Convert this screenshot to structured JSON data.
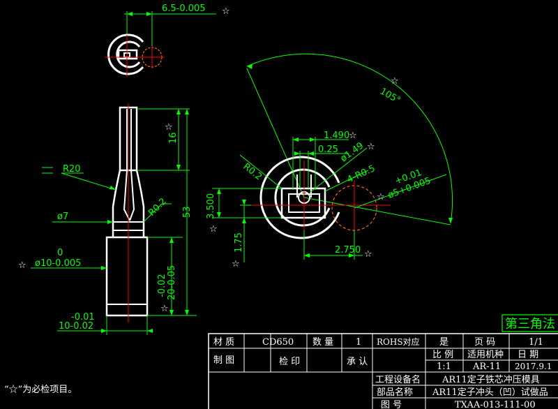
{
  "dimensions": {
    "top_width": "6.5-0.005",
    "angle": "105°",
    "d1490": "1.490",
    "d025": "0.25",
    "phi149": "ø1.49",
    "r02_right": "R0.2",
    "r05": "4-R0.5",
    "tol_plus": "+0.01",
    "phi5": "ø5+0.005",
    "d3500": "3.500",
    "d175": "1.75",
    "d2750": "2.750",
    "r20": "R20",
    "phi7": "ø7",
    "r02_left": "R0.2",
    "d16": "16",
    "d53": "53",
    "tol_zero": "0",
    "phi10": "ø10-0.005",
    "tol_002": "-0.02",
    "d20": "20-0.05",
    "tol_001": "-0.01",
    "d10": "10-0.02"
  },
  "star_symbol": "☆",
  "projection_label": "第三角法",
  "note": "“☆”为必检项目。",
  "title_block": {
    "material_label": "材 质",
    "material_value": "CD650",
    "qty_label": "数 量",
    "qty_value": "1",
    "rohs_label": "ROHS对应",
    "rohs_value": "是",
    "page_label": "页 码",
    "page_value": "1/1",
    "drafter_label": "制 图",
    "checker_label": "检 印",
    "approver_label": "承 认",
    "scale_label": "比 例",
    "scale_value": "1:1",
    "model_label": "适用机种",
    "model_value": "AR-11",
    "date_label": "日 期",
    "date_value": "2017.9.1",
    "equip_label": "工程设备名",
    "equip_value": "AR11定子铁芯冲压模具",
    "part_label": "部品名称",
    "part_value": "AR11定子冲头（凹）试做品",
    "drawing_label": "图 号",
    "drawing_value": "TXAA-013-111-00"
  }
}
